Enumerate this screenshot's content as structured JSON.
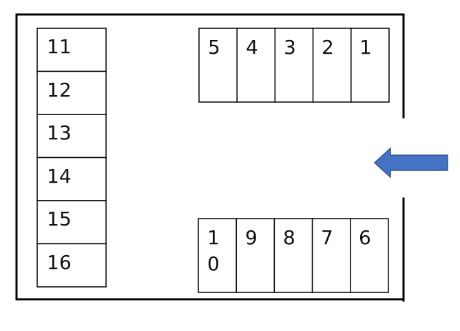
{
  "diagram": {
    "left_column_spaces": [
      "11",
      "12",
      "13",
      "14",
      "15",
      "16"
    ],
    "top_row_spaces": [
      "5",
      "4",
      "3",
      "2",
      "1"
    ],
    "bottom_row_spaces": [
      "10",
      "9",
      "8",
      "7",
      "6"
    ],
    "bottom_row_wrapped_label": {
      "line1": "1",
      "line2": "0"
    },
    "entrance_arrow": {
      "direction": "left"
    }
  },
  "colors": {
    "border": "#000000",
    "space_outline": "#000000",
    "text": "#111111",
    "arrow_fill": "#4472C4",
    "arrow_stroke": "#2F528F"
  }
}
